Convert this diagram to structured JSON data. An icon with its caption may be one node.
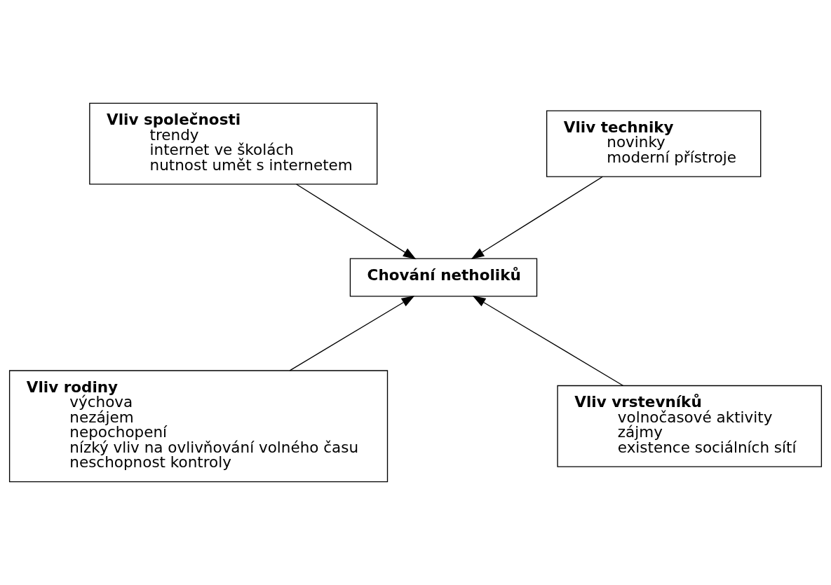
{
  "diagram": {
    "nodes": [
      {
        "text": [
          "Vliv společnosti",
          "trendy",
          "internet ve školách",
          "nutnost umět s internetem"
        ]
      },
      {
        "text": [
          "Vliv techniky",
          "novinky",
          "moderní přístroje"
        ]
      },
      {
        "text": [
          "Chování netholiků"
        ]
      },
      {
        "text": [
          "Vliv rodiny",
          "výchova",
          "nezájem",
          "nepochopení",
          "nízký vliv na ovlivňování volného času",
          "neschopnost kontroly"
        ]
      },
      {
        "text": [
          "Vliv vrstevníků",
          "volnočasové aktivity",
          "zájmy",
          "existence sociálních sítí"
        ]
      }
    ],
    "edges": [
      {
        "from": 0,
        "to": 2,
        "arrow": "to"
      },
      {
        "from": 1,
        "to": 2,
        "arrow": "to"
      },
      {
        "from": 3,
        "to": 2,
        "arrow": "to"
      },
      {
        "from": 4,
        "to": 2,
        "arrow": "to"
      }
    ]
  }
}
